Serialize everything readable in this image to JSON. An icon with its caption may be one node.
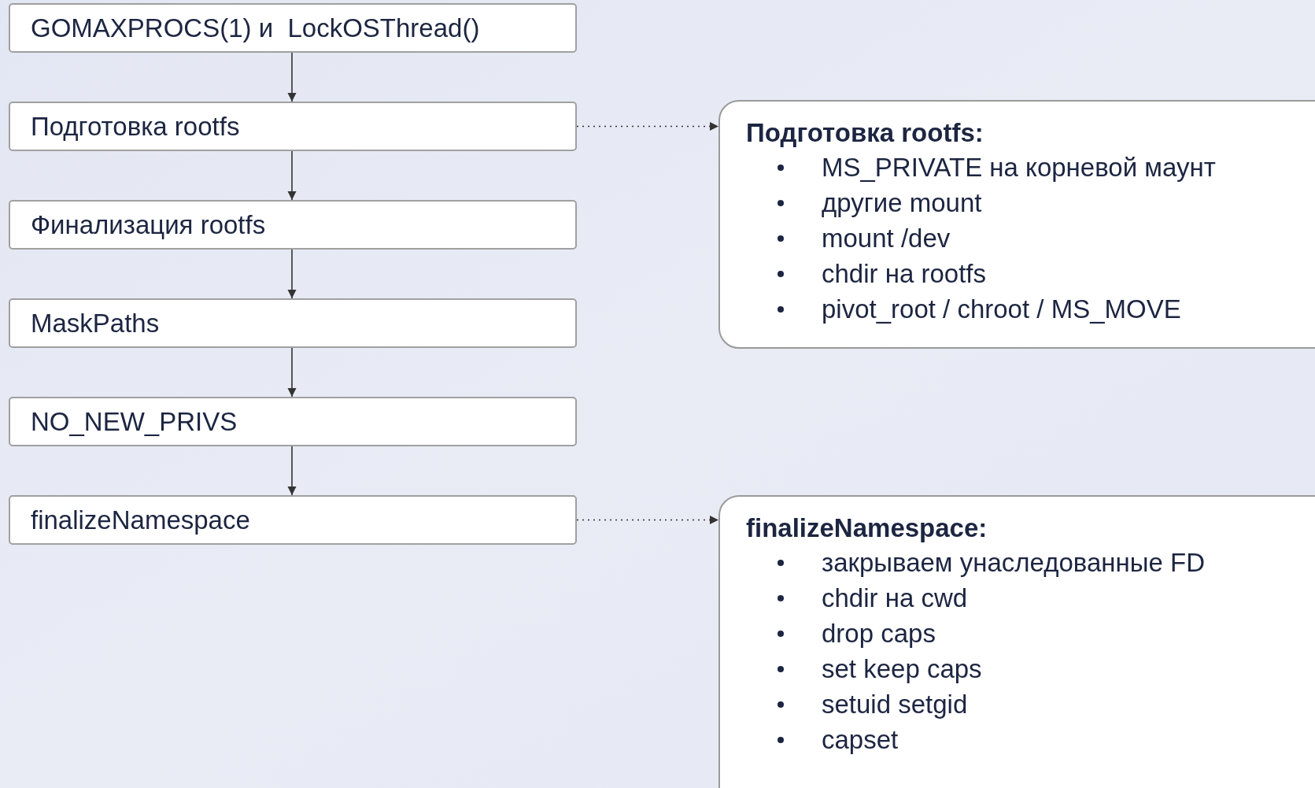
{
  "diagram": {
    "nodes": [
      {
        "text": [
          "GOMAXPROCS(1) и  LockOSThread()"
        ]
      },
      {
        "text": [
          "Подготовка rootfs"
        ]
      },
      {
        "text": [
          "Финализация rootfs"
        ]
      },
      {
        "text": [
          "MaskPaths"
        ]
      },
      {
        "text": [
          "NO_NEW_PRIVS"
        ]
      },
      {
        "text": [
          "finalizeNamespace"
        ]
      },
      {
        "text": [
          "Подготовка rootfs:",
          "MS_PRIVATE на корневой маунт",
          "другие mount",
          "mount /dev",
          "chdir на rootfs",
          "pivot_root / chroot / MS_MOVE"
        ]
      },
      {
        "text": [
          "finalizeNamespace:",
          "закрываем унаследованные FD",
          "chdir на cwd",
          "drop caps",
          "set keep caps",
          "setuid setgid",
          "capset"
        ]
      }
    ],
    "edges": [
      {
        "from": 0,
        "to": 1,
        "arrow": "to"
      },
      {
        "from": 1,
        "to": 2,
        "arrow": "to"
      },
      {
        "from": 2,
        "to": 3,
        "arrow": "to"
      },
      {
        "from": 3,
        "to": 4,
        "arrow": "to"
      },
      {
        "from": 4,
        "to": 5,
        "arrow": "to"
      },
      {
        "from": 1,
        "to": 6,
        "arrow": "to",
        "style": "dashed"
      },
      {
        "from": 5,
        "to": 7,
        "arrow": "to",
        "style": "dashed"
      }
    ]
  }
}
